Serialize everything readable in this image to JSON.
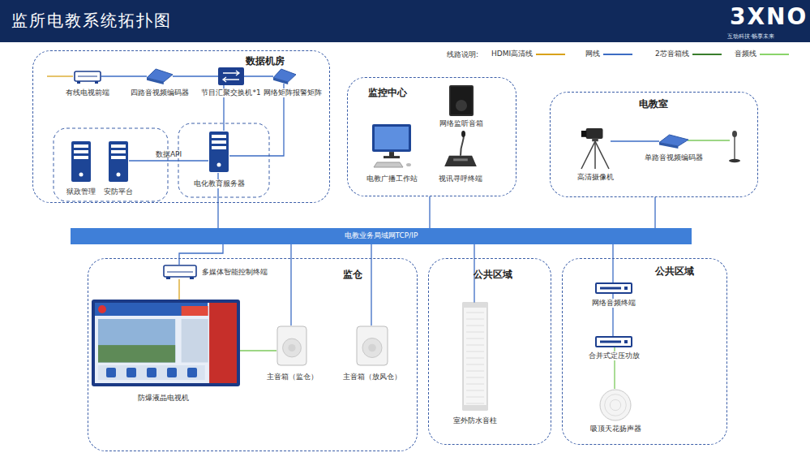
{
  "diagram": {
    "title": "监所电教系统拓扑图",
    "nodes": [
      {
        "text": [
          "数据机房"
        ]
      },
      {
        "text": [
          "有线电视前端"
        ],
        "in": 0
      },
      {
        "text": [
          "四路音视频编码器"
        ],
        "in": 0
      },
      {
        "text": [
          "节目汇聚交换机*1"
        ],
        "in": 0
      },
      {
        "text": [
          "网络矩阵报警矩阵"
        ],
        "in": 0
      },
      {
        "text": [
          "狱政管理"
        ],
        "in": 0
      },
      {
        "text": [
          "安防平台"
        ],
        "in": 0
      },
      {
        "text": [
          "电化教育服务器"
        ],
        "in": 0
      },
      {
        "text": [
          "监控中心"
        ]
      },
      {
        "text": [
          "网络监听音箱"
        ],
        "in": 8
      },
      {
        "text": [
          "电教广播工作站"
        ],
        "in": 8
      },
      {
        "text": [
          "视讯寻呼终端"
        ],
        "in": 8
      },
      {
        "text": [
          "电教室"
        ]
      },
      {
        "text": [
          "高清摄像机"
        ],
        "in": 12
      },
      {
        "text": [
          "单路音视频编码器"
        ],
        "in": 12
      },
      {
        "text": [
          "电教业务局域网TCP/IP"
        ]
      },
      {
        "text": [
          "监仓"
        ]
      },
      {
        "text": [
          "多媒体智能控制终端"
        ],
        "in": 16
      },
      {
        "text": [
          "防爆液晶电视机"
        ],
        "in": 16
      },
      {
        "text": [
          "主音箱（监仓）"
        ],
        "in": 16
      },
      {
        "text": [
          "主音箱（放风仓）"
        ],
        "in": 16
      },
      {
        "text": [
          "公共区域"
        ]
      },
      {
        "text": [
          "室外防水音柱"
        ],
        "in": 21
      },
      {
        "text": [
          "公共区域"
        ]
      },
      {
        "text": [
          "网络音频终端"
        ],
        "in": 23
      },
      {
        "text": [
          "合并式定压功放"
        ],
        "in": 23
      },
      {
        "text": [
          "吸顶天花扬声器"
        ],
        "in": 23
      }
    ],
    "edges": [
      {
        "from": 1,
        "to": 2,
        "arrow": "none"
      },
      {
        "from": 2,
        "to": 3,
        "arrow": "none"
      },
      {
        "from": 3,
        "to": 4,
        "arrow": "none"
      },
      {
        "from": 3,
        "to": 7,
        "arrow": "none"
      },
      {
        "from": 4,
        "to": 7,
        "arrow": "none"
      },
      {
        "from": 6,
        "to": 7,
        "label": "数据API",
        "arrow": "none"
      },
      {
        "from": 7,
        "to": 15,
        "arrow": "none"
      },
      {
        "from": 15,
        "to": 8,
        "arrow": "none"
      },
      {
        "from": 15,
        "to": 12,
        "arrow": "none"
      },
      {
        "from": 13,
        "to": 14,
        "arrow": "none"
      },
      {
        "from": 15,
        "to": 17,
        "arrow": "none"
      },
      {
        "from": 17,
        "to": 18,
        "arrow": "none"
      },
      {
        "from": 18,
        "to": 19,
        "arrow": "none"
      },
      {
        "from": 15,
        "to": 19,
        "arrow": "none"
      },
      {
        "from": 15,
        "to": 20,
        "arrow": "none"
      },
      {
        "from": 15,
        "to": 22,
        "arrow": "none"
      },
      {
        "from": 15,
        "to": 24,
        "arrow": "none"
      },
      {
        "from": 24,
        "to": 25,
        "arrow": "none"
      },
      {
        "from": 25,
        "to": 26,
        "arrow": "none"
      }
    ],
    "labels": [
      "线路说明:",
      "3XNO",
      "互动科技·畅享未来"
    ],
    "legend": [
      {
        "text": "HDMI高清线",
        "color": "#d9a21b"
      },
      {
        "text": "网线",
        "color": "#3d6cc4"
      },
      {
        "text": "2芯音箱线",
        "color": "#3a7d2c"
      },
      {
        "text": "音频线",
        "color": "#8ad46a"
      }
    ]
  }
}
